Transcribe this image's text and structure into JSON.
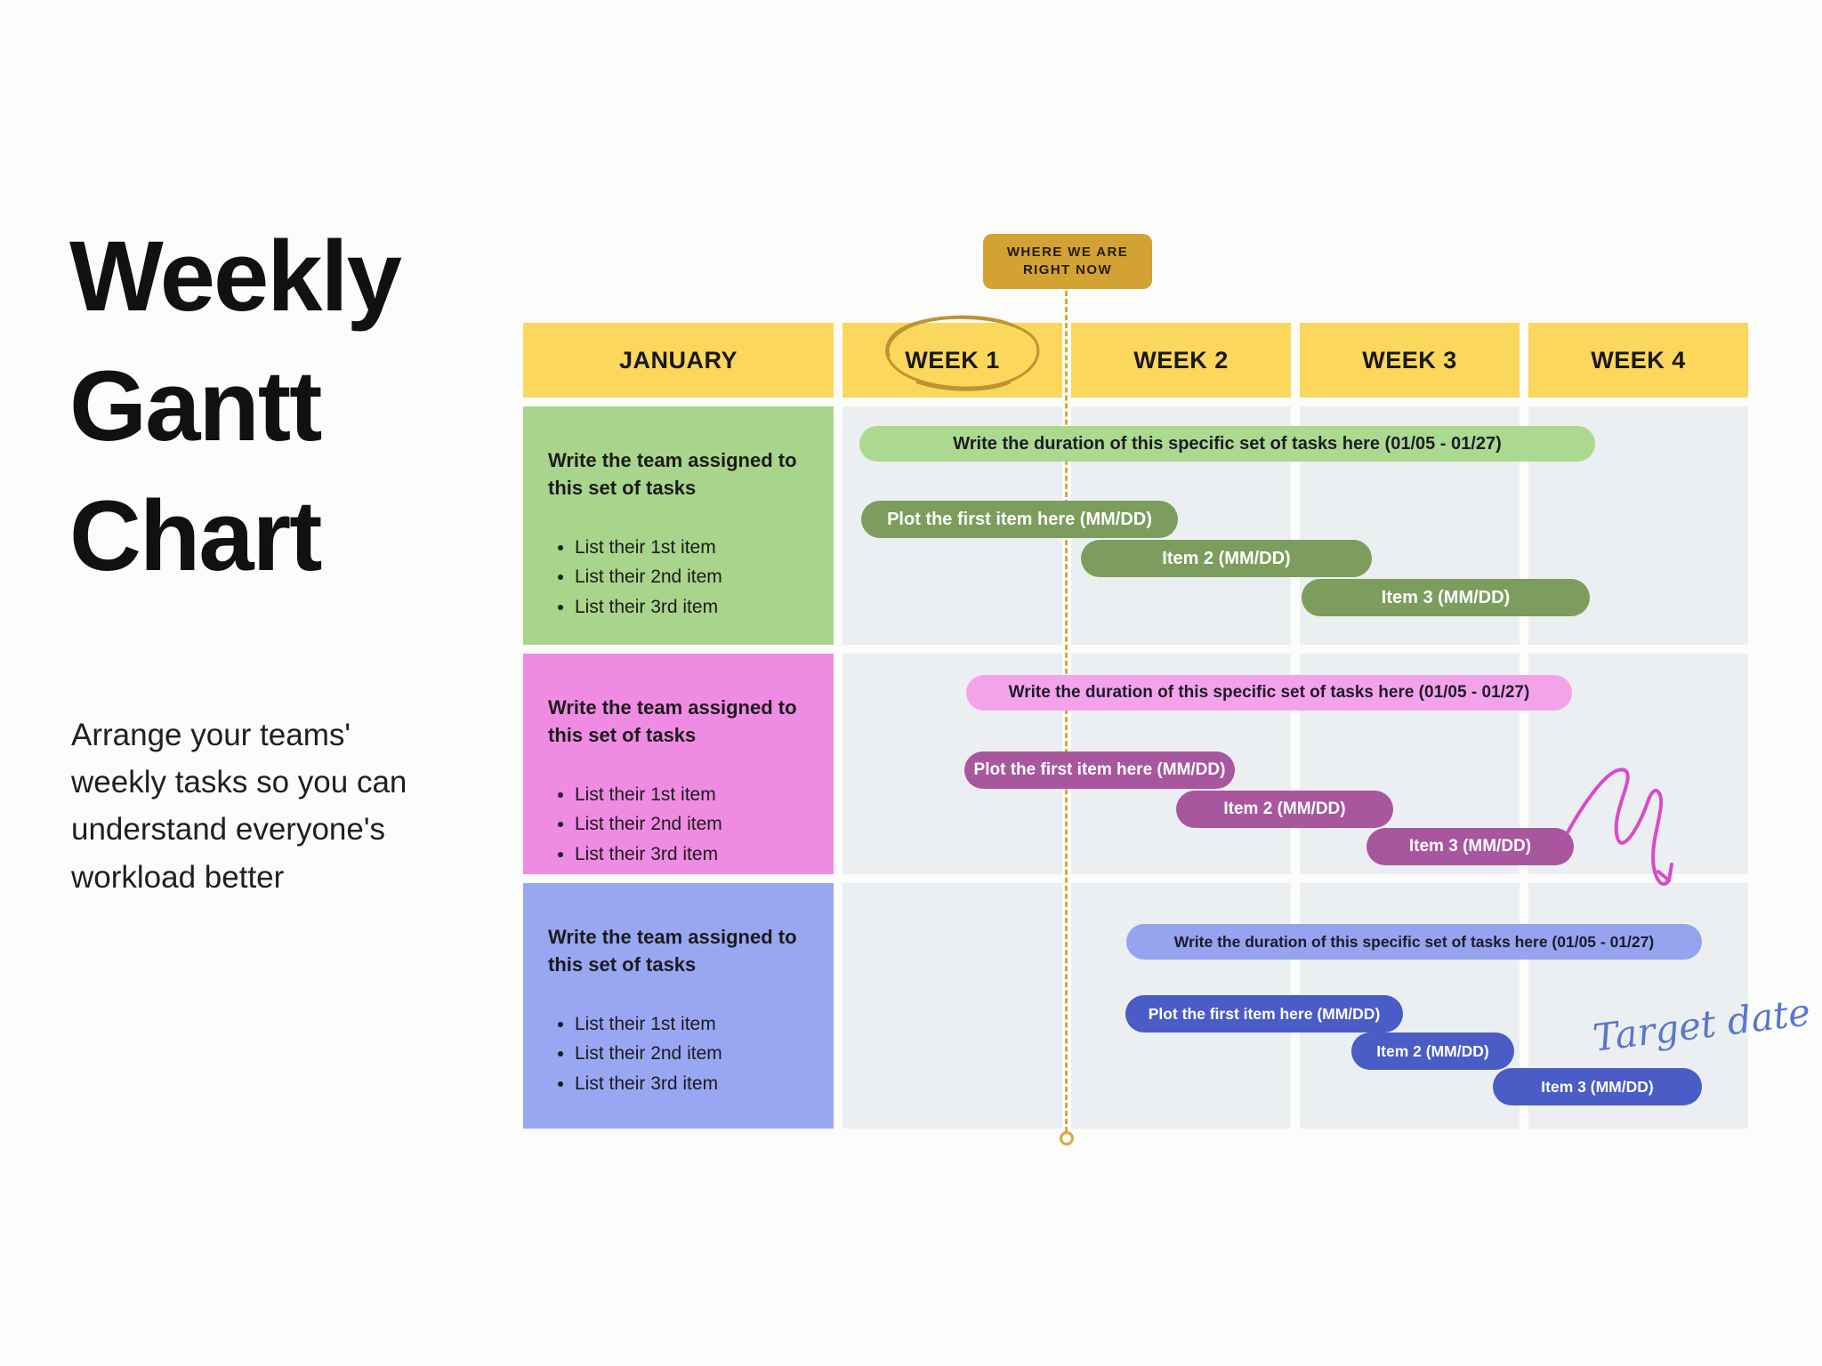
{
  "hero": {
    "title_lines": [
      "Weekly",
      "Gantt",
      "Chart"
    ],
    "subtitle": "Arrange your teams' weekly tasks so you can understand everyone's workload better"
  },
  "now_marker": {
    "line1": "WHERE WE ARE",
    "line2": "RIGHT NOW"
  },
  "table": {
    "month_header": "JANUARY",
    "week_headers": [
      "WEEK 1",
      "WEEK 2",
      "WEEK 3",
      "WEEK 4"
    ]
  },
  "rows": [
    {
      "team_heading": "Write the team assigned to this set of tasks",
      "bullets": [
        "List their 1st item",
        "List their 2nd item",
        "List their 3rd item"
      ],
      "duration_bar": "Write the duration of this specific set of tasks here (01/05 - 01/27)",
      "item_bars": [
        "Plot the first item here (MM/DD)",
        "Item 2 (MM/DD)",
        "Item 3 (MM/DD)"
      ],
      "theme": {
        "cell": "#A9D48B",
        "duration": "#ABD990",
        "item": "#7C9D5D"
      }
    },
    {
      "team_heading": "Write the team assigned to this set of tasks",
      "bullets": [
        "List their 1st item",
        "List their 2nd item",
        "List their 3rd item"
      ],
      "duration_bar": "Write the duration of this specific set of tasks here (01/05 - 01/27)",
      "item_bars": [
        "Plot the first item here (MM/DD)",
        "Item 2 (MM/DD)",
        "Item 3 (MM/DD)"
      ],
      "theme": {
        "cell": "#F08BE3",
        "duration": "#F4A3EA",
        "item": "#A8569E"
      }
    },
    {
      "team_heading": "Write the team assigned to this set of tasks",
      "bullets": [
        "List their 1st item",
        "List their 2nd item",
        "List their 3rd item"
      ],
      "duration_bar": "Write the duration of this specific set of tasks here (01/05 - 01/27)",
      "item_bars": [
        "Plot the first item here (MM/DD)",
        "Item 2 (MM/DD)",
        "Item 3 (MM/DD)"
      ],
      "theme": {
        "cell": "#99A7F3",
        "duration": "#96A3EF",
        "item": "#4A5CC5"
      }
    }
  ],
  "annotations": {
    "target_date": "Target date",
    "week1_circle_icon": "hand-drawn-circle-doodle",
    "arrow_icon": "curved-arrow-doodle"
  },
  "colors": {
    "header_yellow": "#FBD75C",
    "badge_gold": "#D2A233",
    "timeline_gold": "#D9A83C",
    "grid_gray": "#ECEFF1",
    "doodle_gold": "#BD9433",
    "squiggle_pink": "#DA49CC",
    "script_blue": "#5B76CC",
    "title_black": "#111111"
  },
  "chart_data": {
    "type": "gantt",
    "title": "Weekly Gantt Chart",
    "x_axis": {
      "month": "JANUARY",
      "units": "weeks",
      "categories": [
        "WEEK 1",
        "WEEK 2",
        "WEEK 3",
        "WEEK 4"
      ],
      "range": [
        1,
        5
      ]
    },
    "now_marker_week": 2.0,
    "series": [
      {
        "group": "team-row-1-green",
        "bars": [
          {
            "label": "Write the duration of this specific set of tasks here (01/05 - 01/27)",
            "role": "duration",
            "start_week": 1.1,
            "end_week": 4.3
          },
          {
            "label": "Plot the first item here (MM/DD)",
            "role": "item",
            "start_week": 1.1,
            "end_week": 2.5
          },
          {
            "label": "Item 2 (MM/DD)",
            "role": "item",
            "start_week": 2.05,
            "end_week": 3.35
          },
          {
            "label": "Item 3 (MM/DD)",
            "role": "item",
            "start_week": 3.05,
            "end_week": 4.3
          }
        ]
      },
      {
        "group": "team-row-2-pink",
        "bars": [
          {
            "label": "Write the duration of this specific set of tasks here (01/05 - 01/27)",
            "role": "duration",
            "start_week": 1.55,
            "end_week": 4.2
          },
          {
            "label": "Plot the first item here (MM/DD)",
            "role": "item",
            "start_week": 1.55,
            "end_week": 2.75
          },
          {
            "label": "Item 2 (MM/DD)",
            "role": "item",
            "start_week": 2.45,
            "end_week": 3.45
          },
          {
            "label": "Item 3 (MM/DD)",
            "role": "item",
            "start_week": 3.3,
            "end_week": 4.25
          }
        ]
      },
      {
        "group": "team-row-3-blue",
        "bars": [
          {
            "label": "Write the duration of this specific set of tasks here (01/05 - 01/27)",
            "role": "duration",
            "start_week": 2.25,
            "end_week": 4.8
          },
          {
            "label": "Plot the first item here (MM/DD)",
            "role": "item",
            "start_week": 2.25,
            "end_week": 3.5
          },
          {
            "label": "Item 2 (MM/DD)",
            "role": "item",
            "start_week": 3.25,
            "end_week": 3.95
          },
          {
            "label": "Item 3 (MM/DD)",
            "role": "item",
            "start_week": 3.85,
            "end_week": 4.8
          }
        ]
      }
    ]
  }
}
